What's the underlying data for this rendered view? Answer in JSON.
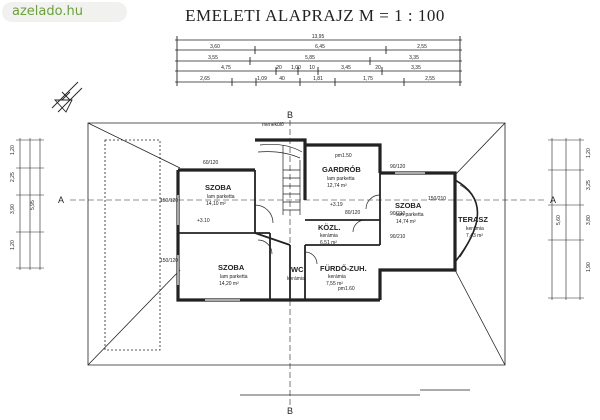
{
  "watermark": "azelado.hu",
  "title": "EMELETI ALAPRAJZ M = 1 : 100",
  "dims_top": {
    "row1": [
      "13,95"
    ],
    "row2": [
      "3,60",
      "6,45",
      "2,55"
    ],
    "row3": [
      "3,55",
      "5,85",
      "3,35"
    ],
    "row4": [
      "4,75",
      "20",
      "1,00",
      "10",
      "3,45",
      "20",
      "3,35"
    ],
    "row5": [
      "2,65",
      "1,09",
      "40",
      "1,81",
      "1,75",
      "2,55"
    ]
  },
  "rooms": [
    {
      "name": "SZOBA",
      "floor": "lam parketta",
      "area": "14,10 m²"
    },
    {
      "name": "SZOBA",
      "floor": "lam parketta",
      "area": "14,20 m²"
    },
    {
      "name": "GARDRÓB",
      "floor": "lam parketta",
      "area": "12,74 m²"
    },
    {
      "name": "SZOBA",
      "floor": "lam parketta",
      "area": "14,74 m²"
    },
    {
      "name": "TERASZ",
      "floor": "kerámia",
      "area": "7,43 m²"
    },
    {
      "name": "KÖZL.",
      "floor": "kerámia",
      "area": "6,51 m²"
    },
    {
      "name": "FÜRDŐ-ZUH.",
      "floor": "kerámia",
      "area": "7,55 m²"
    },
    {
      "name": "WC",
      "floor": "kerámia",
      "area": ""
    }
  ],
  "labels": {
    "section_a_left": "A",
    "section_a_right": "A",
    "section_b_top": "B",
    "section_b_bottom": "B",
    "escape": "menekülő",
    "level_1": "+3.10",
    "level_2": "+3.19",
    "pm_gard": "pm1.50",
    "pm_bath": "pm1.60"
  },
  "openings": [
    "150/120",
    "60/120",
    "90/120",
    "80/120",
    "150/210",
    "90/210",
    "150/120",
    "90/210"
  ],
  "dims_left": [
    "1,20",
    "2,25",
    "3,90",
    "1,20",
    "5,95"
  ],
  "dims_right": [
    "1,20",
    "3,25",
    "3,80",
    "1,90",
    "5,60"
  ]
}
